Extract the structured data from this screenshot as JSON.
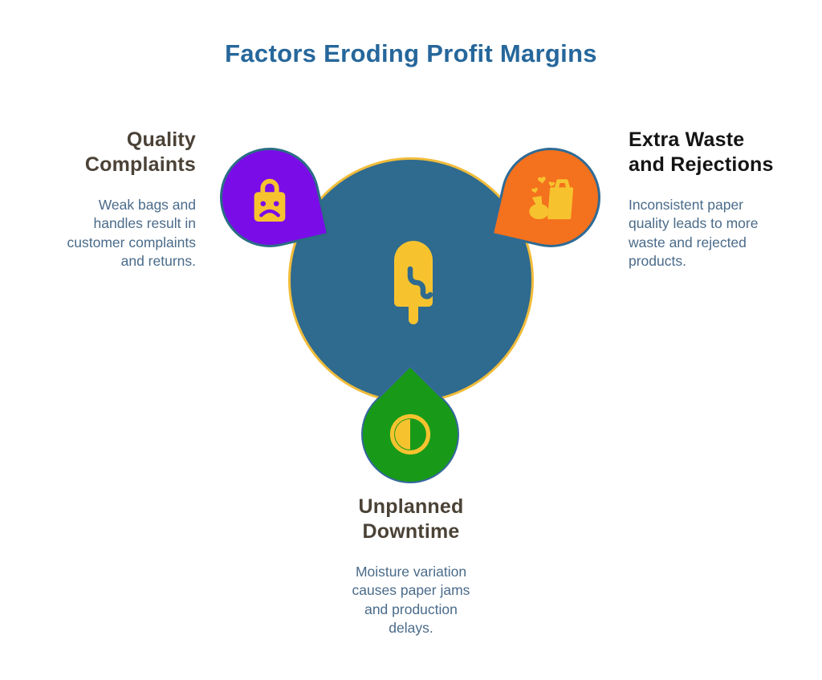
{
  "title": "Factors Eroding Profit Margins",
  "colors": {
    "background": "#ffffff",
    "title": "#26679b",
    "body_text": "#4a6b8a",
    "center_fill": "#2f6a8f",
    "center_border": "#f0bc3a",
    "icon_yellow": "#f6c32f"
  },
  "center": {
    "icon": "popsicle-icon"
  },
  "factors": [
    {
      "id": "quality-complaints",
      "position": "top-left",
      "icon": "sad-shopping-bag-icon",
      "heading": "Quality\nComplaints",
      "body": "Weak bags and\nhandles result in\ncustomer complaints\nand returns.",
      "shape_color": "#7a0ce8",
      "shape_border": "#2a6d84",
      "heading_color": "#4b4237"
    },
    {
      "id": "extra-waste-and-rejections",
      "position": "top-right",
      "icon": "waste-bags-hearts-icon",
      "heading": "Extra Waste\nand Rejections",
      "body": "Inconsistent paper\nquality leads to more\nwaste and rejected\nproducts.",
      "shape_color": "#f4711d",
      "shape_border": "#2f6b95",
      "heading_color": "#141414"
    },
    {
      "id": "unplanned-downtime",
      "position": "bottom",
      "icon": "contrast-icon",
      "heading": "Unplanned\nDowntime",
      "body": "Moisture variation\ncauses paper jams\nand production\ndelays.",
      "shape_color": "#189a18",
      "shape_border": "#36679e",
      "heading_color": "#4b4237"
    }
  ]
}
